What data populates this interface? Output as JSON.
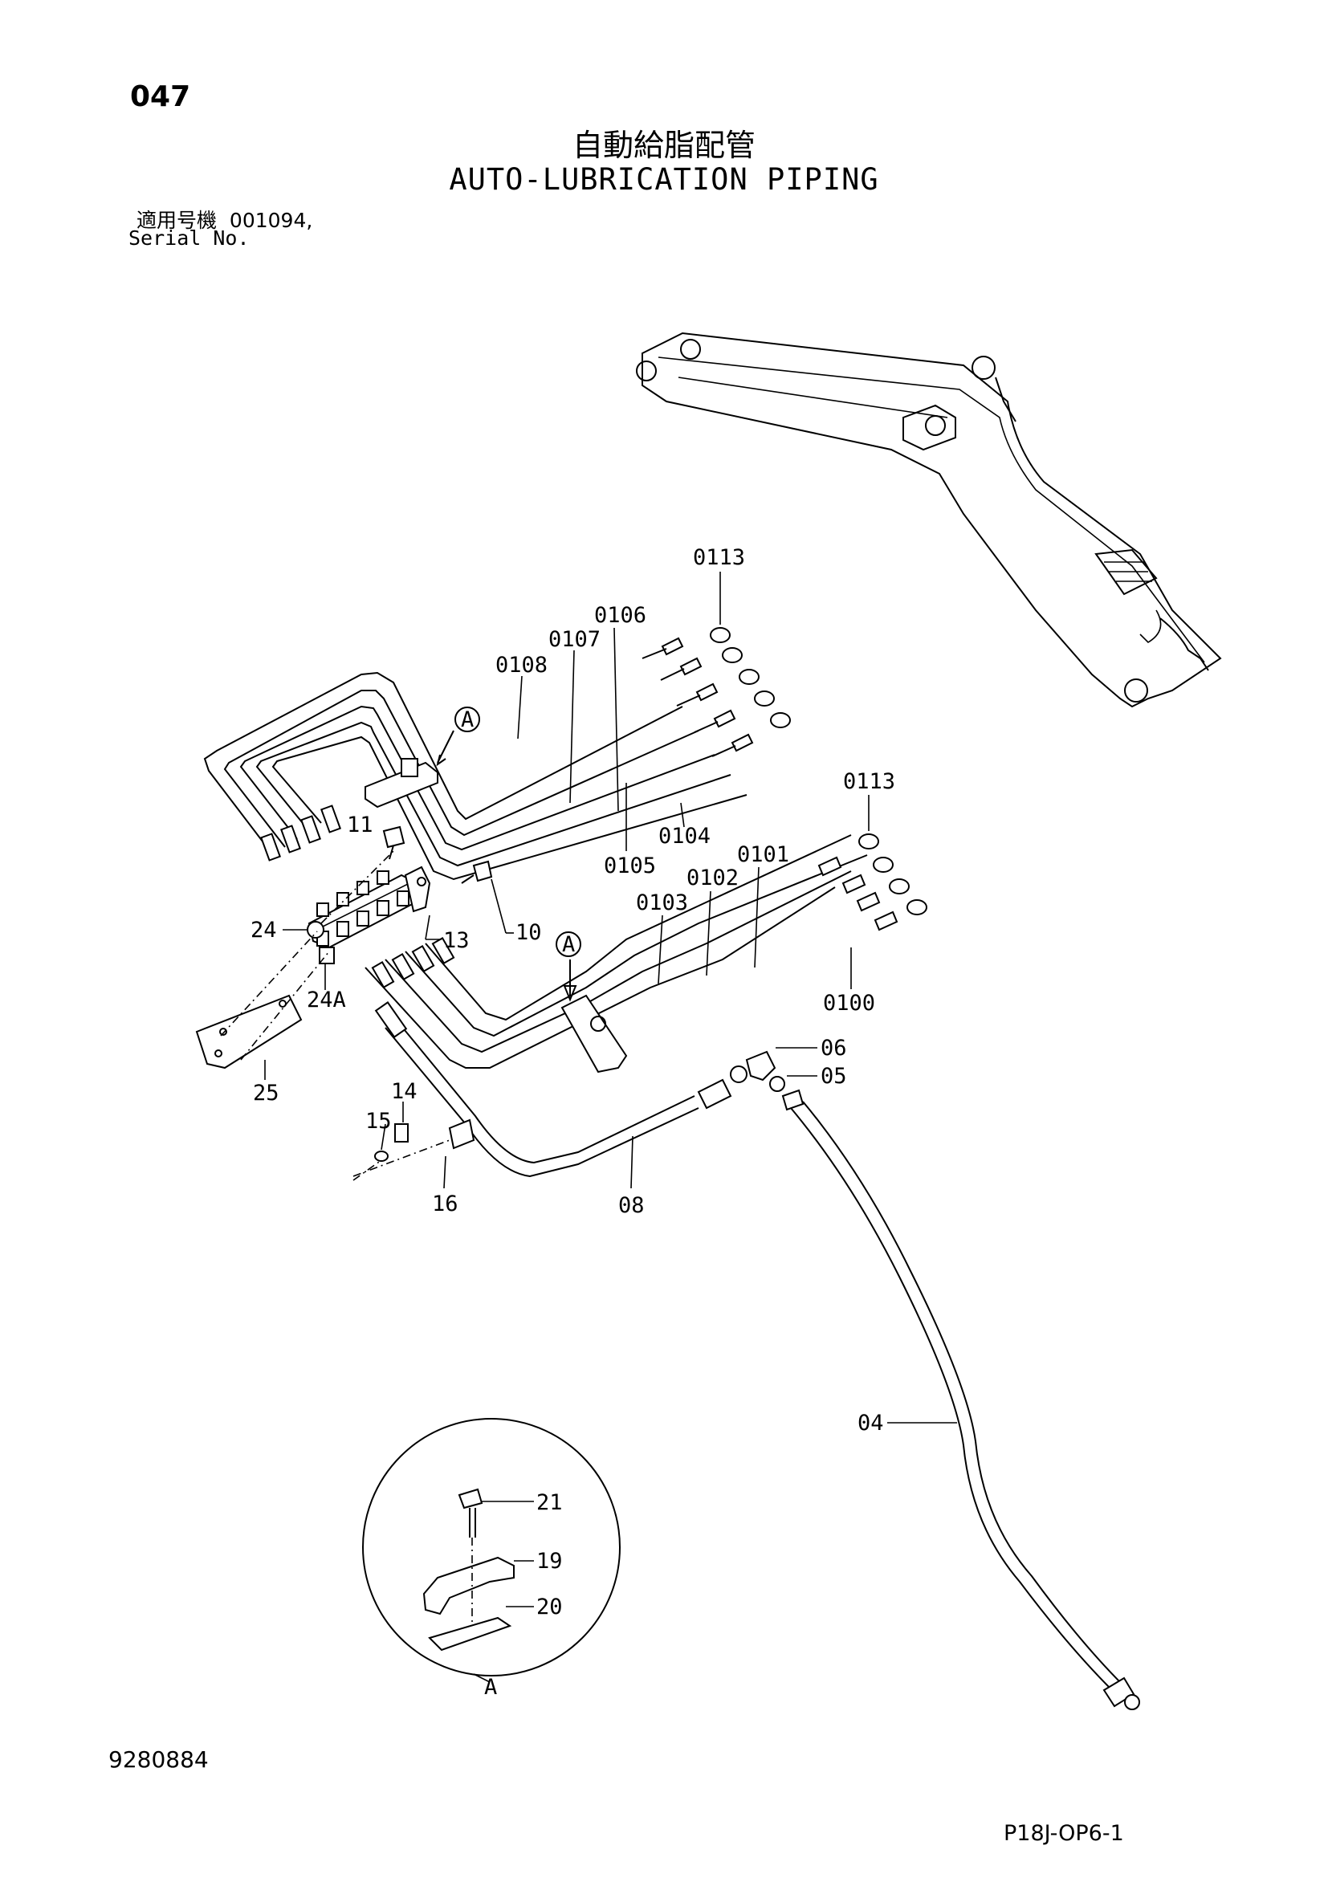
{
  "header": {
    "page_number": "047",
    "title_jp": "自動給脂配管",
    "title_en": "AUTO-LUBRICATION PIPING",
    "serial_label_jp": "適用号機",
    "serial_value": "001094,",
    "serial_label_en": "Serial No."
  },
  "callouts": {
    "p0113a": "0113",
    "p0106": "0106",
    "p0107": "0107",
    "p0108": "0108",
    "viewA1": "A",
    "p0104": "0104",
    "p0105": "0105",
    "p11": "11",
    "p0113b": "0113",
    "p0101": "0101",
    "p0102": "0102",
    "p0103": "0103",
    "p24": "24",
    "p13": "13",
    "p10": "10",
    "viewA2": "A",
    "p24A": "24A",
    "p0100": "0100",
    "p06": "06",
    "p05": "05",
    "p25": "25",
    "p14": "14",
    "p15": "15",
    "p16": "16",
    "p08": "08",
    "p04": "04",
    "p21": "21",
    "p19": "19",
    "p20": "20",
    "detailA": "A"
  },
  "footer": {
    "doc_number": "9280884",
    "page_code": "P18J-OP6-1"
  }
}
